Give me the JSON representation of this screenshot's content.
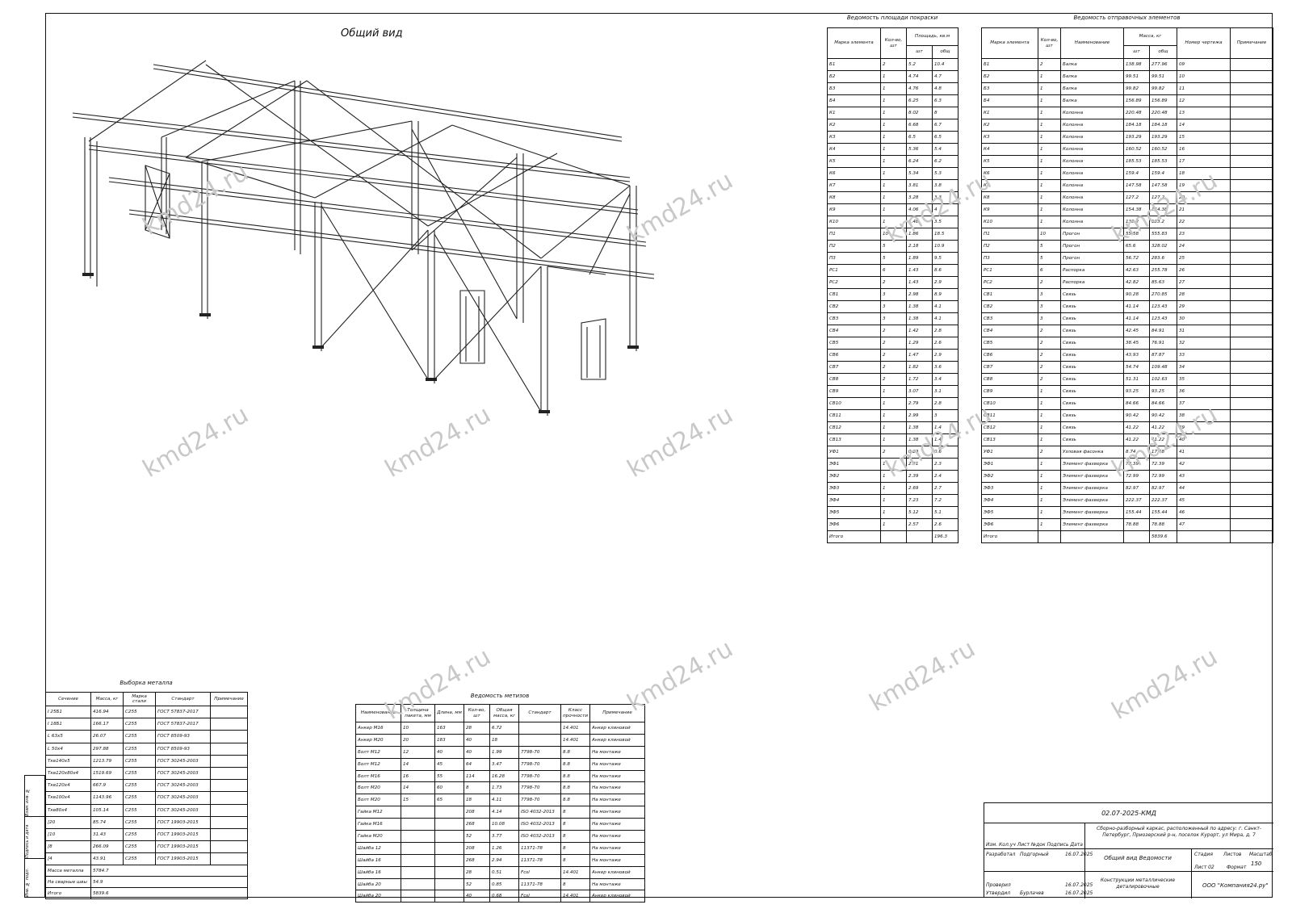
{
  "drawing": {
    "title": "Общий вид"
  },
  "paint": {
    "caption": "Ведомость площади покраски",
    "headers": [
      "Марка элемента",
      "Кол-во, шт",
      "Площадь, кв.м",
      "шт",
      "общ"
    ],
    "rows": [
      [
        "Б1",
        "2",
        "5.2",
        "10.4"
      ],
      [
        "Б2",
        "1",
        "4.74",
        "4.7"
      ],
      [
        "Б3",
        "1",
        "4.76",
        "4.8"
      ],
      [
        "Б4",
        "1",
        "6.25",
        "6.3"
      ],
      [
        "К1",
        "1",
        "8.02",
        "8"
      ],
      [
        "К2",
        "1",
        "6.68",
        "6.7"
      ],
      [
        "К3",
        "1",
        "6.5",
        "6.5"
      ],
      [
        "К4",
        "1",
        "5.36",
        "5.4"
      ],
      [
        "К5",
        "1",
        "6.24",
        "6.2"
      ],
      [
        "К6",
        "1",
        "5.34",
        "5.3"
      ],
      [
        "К7",
        "1",
        "3.81",
        "3.8"
      ],
      [
        "К8",
        "1",
        "3.28",
        "3.3"
      ],
      [
        "К9",
        "1",
        "4.06",
        "4"
      ],
      [
        "К10",
        "1",
        "3.48",
        "3.5"
      ],
      [
        "П1",
        "10",
        "1.86",
        "18.5"
      ],
      [
        "П2",
        "5",
        "2.18",
        "10.9"
      ],
      [
        "П3",
        "5",
        "1.89",
        "9.5"
      ],
      [
        "РС1",
        "6",
        "1.43",
        "8.6"
      ],
      [
        "РС2",
        "2",
        "1.43",
        "2.9"
      ],
      [
        "СВ1",
        "3",
        "2.98",
        "8.9"
      ],
      [
        "СВ2",
        "3",
        "1.38",
        "4.1"
      ],
      [
        "СВ3",
        "3",
        "1.38",
        "4.1"
      ],
      [
        "СВ4",
        "2",
        "1.42",
        "2.8"
      ],
      [
        "СВ5",
        "2",
        "1.29",
        "2.6"
      ],
      [
        "СВ6",
        "2",
        "1.47",
        "2.9"
      ],
      [
        "СВ7",
        "2",
        "1.82",
        "3.6"
      ],
      [
        "СВ8",
        "2",
        "1.72",
        "3.4"
      ],
      [
        "СВ9",
        "1",
        "3.07",
        "3.1"
      ],
      [
        "СВ10",
        "1",
        "2.79",
        "2.8"
      ],
      [
        "СВ11",
        "1",
        "2.99",
        "3"
      ],
      [
        "СВ12",
        "1",
        "1.38",
        "1.4"
      ],
      [
        "СВ13",
        "1",
        "1.38",
        "1.4"
      ],
      [
        "УФ1",
        "2",
        "0.29",
        "0.6"
      ],
      [
        "ЭФ1",
        "1",
        "2.31",
        "2.3"
      ],
      [
        "ЭФ2",
        "1",
        "2.39",
        "2.4"
      ],
      [
        "ЭФ3",
        "1",
        "2.69",
        "2.7"
      ],
      [
        "ЭФ4",
        "1",
        "7.23",
        "7.2"
      ],
      [
        "ЭФ5",
        "1",
        "5.12",
        "5.1"
      ],
      [
        "ЭФ6",
        "1",
        "2.57",
        "2.6"
      ],
      [
        "Итого",
        "",
        "",
        "196.3"
      ]
    ]
  },
  "shipping": {
    "caption": "Ведомость отправочных элементов",
    "headers": [
      "Марка элемента",
      "Кол-во, шт",
      "Наименование",
      "Масса, кг",
      "шт",
      "общ",
      "Номер чертежа",
      "Примечание"
    ],
    "rows": [
      [
        "Б1",
        "2",
        "Балка",
        "138.98",
        "277.96",
        "09",
        ""
      ],
      [
        "Б2",
        "1",
        "Балка",
        "99.51",
        "99.51",
        "10",
        ""
      ],
      [
        "Б3",
        "1",
        "Балка",
        "99.82",
        "99.82",
        "11",
        ""
      ],
      [
        "Б4",
        "1",
        "Балка",
        "156.89",
        "156.89",
        "12",
        ""
      ],
      [
        "К1",
        "1",
        "Колонна",
        "220.48",
        "220.48",
        "13",
        ""
      ],
      [
        "К2",
        "1",
        "Колонна",
        "184.18",
        "184.18",
        "14",
        ""
      ],
      [
        "К3",
        "1",
        "Колонна",
        "193.29",
        "193.29",
        "15",
        ""
      ],
      [
        "К4",
        "1",
        "Колонна",
        "160.52",
        "160.52",
        "16",
        ""
      ],
      [
        "К5",
        "1",
        "Колонна",
        "185.53",
        "185.53",
        "17",
        ""
      ],
      [
        "К6",
        "1",
        "Колонна",
        "159.4",
        "159.4",
        "18",
        ""
      ],
      [
        "К7",
        "1",
        "Колонна",
        "147.58",
        "147.58",
        "19",
        ""
      ],
      [
        "К8",
        "1",
        "Колонна",
        "127.2",
        "127.2",
        "20",
        ""
      ],
      [
        "К9",
        "1",
        "Колонна",
        "154.38",
        "154.38",
        "21",
        ""
      ],
      [
        "К10",
        "1",
        "Колонна",
        "133.2",
        "133.2",
        "22",
        ""
      ],
      [
        "П1",
        "10",
        "Прогон",
        "55.58",
        "555.83",
        "23",
        ""
      ],
      [
        "П2",
        "5",
        "Прогон",
        "65.6",
        "328.02",
        "24",
        ""
      ],
      [
        "П3",
        "5",
        "Прогон",
        "56.72",
        "283.6",
        "25",
        ""
      ],
      [
        "РС1",
        "6",
        "Распорка",
        "42.63",
        "255.78",
        "26",
        ""
      ],
      [
        "РС2",
        "2",
        "Распорка",
        "42.82",
        "85.63",
        "27",
        ""
      ],
      [
        "СВ1",
        "3",
        "Связь",
        "90.28",
        "270.85",
        "28",
        ""
      ],
      [
        "СВ2",
        "3",
        "Связь",
        "41.14",
        "123.43",
        "29",
        ""
      ],
      [
        "СВ3",
        "3",
        "Связь",
        "41.14",
        "123.43",
        "30",
        ""
      ],
      [
        "СВ4",
        "2",
        "Связь",
        "42.45",
        "84.91",
        "31",
        ""
      ],
      [
        "СВ5",
        "2",
        "Связь",
        "38.45",
        "76.91",
        "32",
        ""
      ],
      [
        "СВ6",
        "2",
        "Связь",
        "43.93",
        "87.87",
        "33",
        ""
      ],
      [
        "СВ7",
        "2",
        "Связь",
        "54.74",
        "109.48",
        "34",
        ""
      ],
      [
        "СВ8",
        "2",
        "Связь",
        "51.31",
        "102.63",
        "35",
        ""
      ],
      [
        "СВ9",
        "1",
        "Связь",
        "93.25",
        "93.25",
        "36",
        ""
      ],
      [
        "СВ10",
        "1",
        "Связь",
        "84.66",
        "84.66",
        "37",
        ""
      ],
      [
        "СВ11",
        "1",
        "Связь",
        "90.42",
        "90.42",
        "38",
        ""
      ],
      [
        "СВ12",
        "1",
        "Связь",
        "41.22",
        "41.22",
        "39",
        ""
      ],
      [
        "СВ13",
        "1",
        "Связь",
        "41.22",
        "41.22",
        "40",
        ""
      ],
      [
        "УФ1",
        "2",
        "Узловая фасонка",
        "8.74",
        "17.48",
        "41",
        ""
      ],
      [
        "ЭФ1",
        "1",
        "Элемент фахверка",
        "72.39",
        "72.39",
        "42",
        ""
      ],
      [
        "ЭФ2",
        "1",
        "Элемент фахверка",
        "72.99",
        "72.99",
        "43",
        ""
      ],
      [
        "ЭФ3",
        "1",
        "Элемент фахверка",
        "82.97",
        "82.97",
        "44",
        ""
      ],
      [
        "ЭФ4",
        "1",
        "Элемент фахверка",
        "222.37",
        "222.37",
        "45",
        ""
      ],
      [
        "ЭФ5",
        "1",
        "Элемент фахверка",
        "155.44",
        "155.44",
        "46",
        ""
      ],
      [
        "ЭФ6",
        "1",
        "Элемент фахверка",
        "78.88",
        "78.88",
        "47",
        ""
      ],
      [
        "Итого",
        "",
        "",
        "",
        "5839.6",
        "",
        ""
      ]
    ]
  },
  "metal": {
    "caption": "Выборка металла",
    "headers": [
      "Сечение",
      "Масса, кг",
      "Марка стали",
      "Стандарт",
      "Примечание"
    ],
    "rows": [
      [
        "I 25Б1",
        "416.94",
        "С255",
        "ГОСТ 57837-2017",
        ""
      ],
      [
        "I 18Б1",
        "166.17",
        "С255",
        "ГОСТ 57837-2017",
        ""
      ],
      [
        "L 63x5",
        "26.07",
        "С255",
        "ГОСТ 8509-93",
        ""
      ],
      [
        "L 50x4",
        "297.88",
        "С255",
        "ГОСТ 8509-93",
        ""
      ],
      [
        "Ткв140x5",
        "1213.79",
        "С255",
        "ГОСТ 30245-2003",
        ""
      ],
      [
        "Ткв120x80x4",
        "1519.69",
        "С255",
        "ГОСТ 30245-2003",
        ""
      ],
      [
        "Ткв120x4",
        "667.9",
        "С255",
        "ГОСТ 30245-2003",
        ""
      ],
      [
        "Ткв100x4",
        "1143.96",
        "С255",
        "ГОСТ 30245-2003",
        ""
      ],
      [
        "Ткв80x4",
        "105.14",
        "С255",
        "ГОСТ 30245-2003",
        ""
      ],
      [
        "[20",
        "85.74",
        "С255",
        "ГОСТ 19903-2015",
        ""
      ],
      [
        "[10",
        "31.43",
        "С255",
        "ГОСТ 19903-2015",
        ""
      ],
      [
        "[8",
        "266.09",
        "С255",
        "ГОСТ 19903-2015",
        ""
      ],
      [
        "[4",
        "43.91",
        "С255",
        "ГОСТ 19903-2015",
        ""
      ]
    ],
    "footer": [
      [
        "Масса металла",
        "5784.7"
      ],
      [
        "На сварные швы",
        "54.9"
      ],
      [
        "Итого",
        "5839.6"
      ]
    ]
  },
  "fasteners": {
    "caption": "Ведомость метизов",
    "headers": [
      "Наименование",
      "Толщина пакета, мм",
      "Длина, мм",
      "Кол-во, шт",
      "Общая масса, кг",
      "Стандарт",
      "Класс прочности",
      "Примечание"
    ],
    "rows": [
      [
        "Анкер М16",
        "10",
        "163",
        "28",
        "6.72",
        "",
        "14.401",
        "Анкер клиновой"
      ],
      [
        "Анкер М20",
        "20",
        "183",
        "40",
        "18",
        "",
        "14.401",
        "Анкер клиновой"
      ],
      [
        "Болт М12",
        "12",
        "40",
        "40",
        "1.99",
        "7798-70",
        "8.8",
        "На монтаже"
      ],
      [
        "Болт М12",
        "14",
        "45",
        "64",
        "3.47",
        "7798-70",
        "8.8",
        "На монтаже"
      ],
      [
        "Болт М16",
        "16",
        "55",
        "114",
        "16.28",
        "7798-70",
        "8.8",
        "На монтаже"
      ],
      [
        "Болт М20",
        "14",
        "60",
        "8",
        "1.73",
        "7798-70",
        "8.8",
        "На монтаже"
      ],
      [
        "Болт М20",
        "15",
        "65",
        "18",
        "4.11",
        "7798-70",
        "8.8",
        "На монтаже"
      ],
      [
        "Гайка М12",
        "",
        "",
        "208",
        "4.14",
        "ISO 4032-2013",
        "8",
        "На монтаже"
      ],
      [
        "Гайка М16",
        "",
        "",
        "268",
        "10.08",
        "ISO 4032-2013",
        "8",
        "На монтаже"
      ],
      [
        "Гайка М20",
        "",
        "",
        "52",
        "3.77",
        "ISO 4032-2013",
        "8",
        "На монтаже"
      ],
      [
        "Шайба 12",
        "",
        "",
        "208",
        "1.26",
        "11371-78",
        "8",
        "На монтаже"
      ],
      [
        "Шайба 16",
        "",
        "",
        "268",
        "2.94",
        "11371-78",
        "8",
        "На монтаже"
      ],
      [
        "Шайба 16",
        "",
        "",
        "28",
        "0.51",
        "Fcsl",
        "14.401",
        "Анкер клиновой"
      ],
      [
        "Шайба 20",
        "",
        "",
        "52",
        "0.85",
        "11371-78",
        "8",
        "На монтаже"
      ],
      [
        "Шайба 20",
        "",
        "",
        "40",
        "0.68",
        "Fcsl",
        "14.401",
        "Анкер клиновой"
      ]
    ]
  },
  "titleblock": {
    "code": "02.07-2025-КМД",
    "object": "Сборно-разборный каркас, расположенный по адресу: г. Санкт-Петербург, Приозерский р-н, поселок Курорт, ул Мира, д. 7",
    "sheet_name": "Общий вид Ведомости",
    "doc_name": "Конструкции металлические деталировочные",
    "org": "ООО \"Компания24.ру\"",
    "stage_h": "Стадия",
    "sheet_h": "Листов",
    "sheets_h": "Масштаб",
    "sheets_total": "150",
    "sheet_no": "Лист 02",
    "format": "Формат",
    "roles": [
      "Изм.",
      "Кол.уч",
      "Лист",
      "№док",
      "Подпись",
      "Дата"
    ],
    "dev": "Разработал",
    "dev_name": "Подгорный",
    "check": "Проверил",
    "appr": "Утвердил",
    "appr_name": "Бурлачев",
    "date": "16.07.2025"
  },
  "stamp_side": [
    "Взам. инв. №",
    "Подпись и дата",
    "Инв. № подл."
  ],
  "watermark": "kmd24.ru"
}
